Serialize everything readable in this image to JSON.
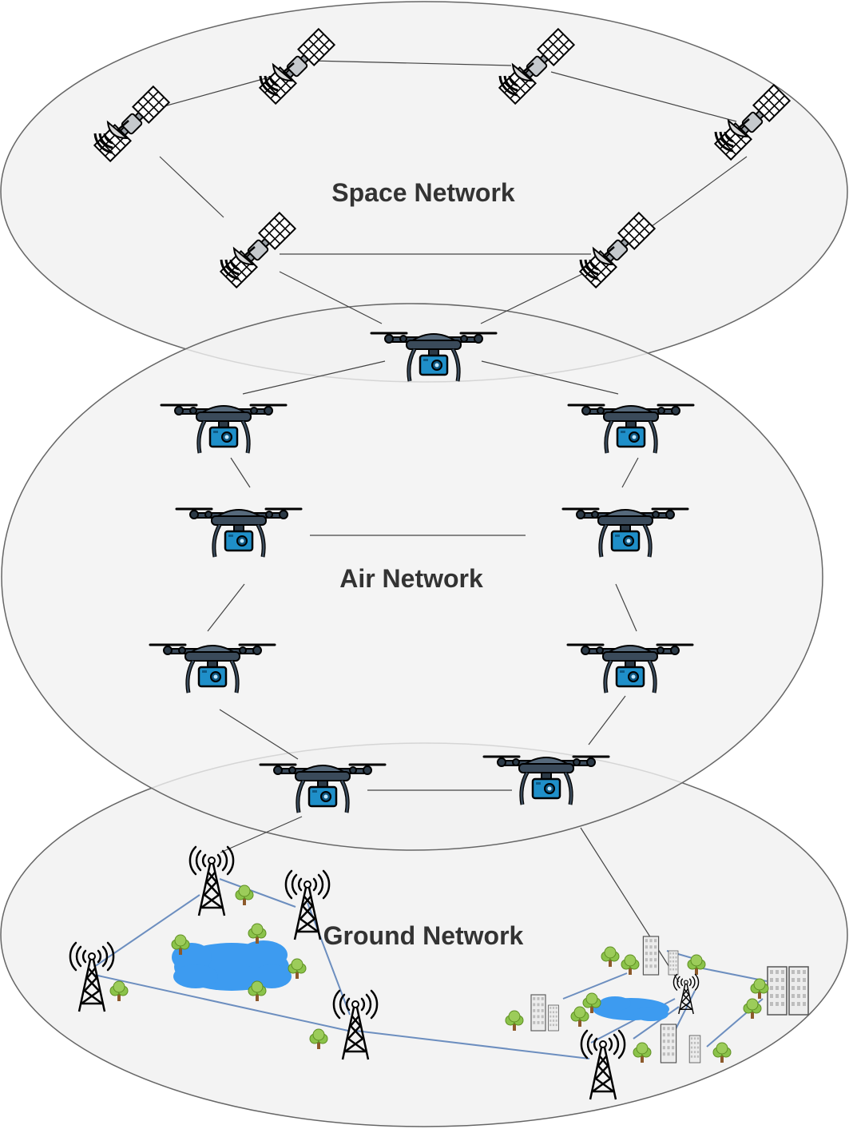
{
  "layers": {
    "space": {
      "label": "Space Network"
    },
    "air": {
      "label": "Air Network"
    },
    "ground": {
      "label": "Ground Network"
    }
  },
  "colors": {
    "layer_fill": "#f1f1f1",
    "layer_stroke": "#666666",
    "link": "#444444",
    "ground_link": "#6c8ebf",
    "lake": "#3d9bf0",
    "tree": "#8bc34a",
    "drone_body": "#3a4a5a",
    "camera": "#1f8fc9"
  },
  "icons": {
    "satellite": "satellite-icon",
    "drone": "drone-icon",
    "tower": "cell-tower-icon",
    "tree": "tree-icon",
    "lake": "lake-icon",
    "building": "building-icon"
  }
}
